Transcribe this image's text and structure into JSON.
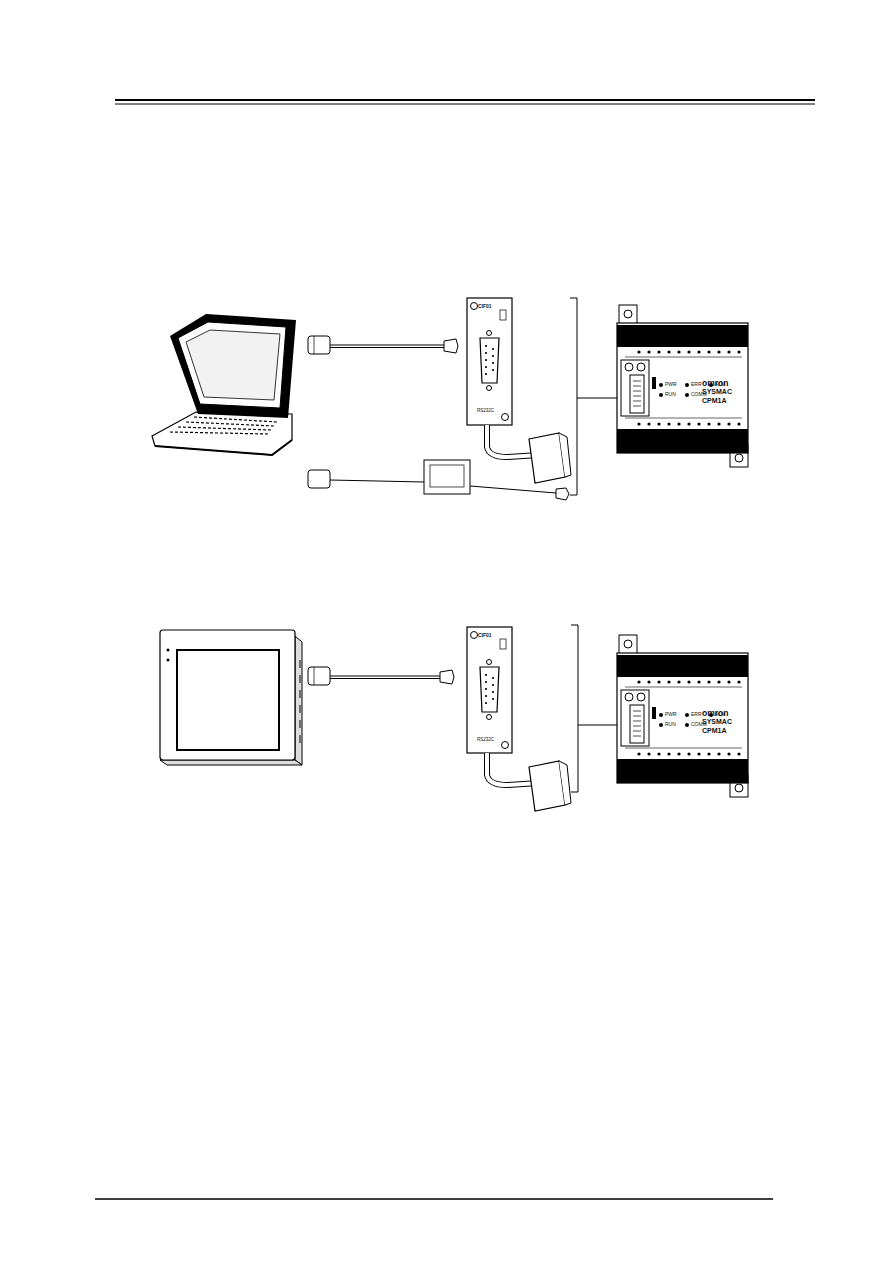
{
  "diagram": {
    "labels": [
      "omron",
      "SYSMAC",
      "CPM1A",
      "PWR",
      "RUN",
      "ERR",
      "ALM",
      "COMM",
      "CIF01",
      "RS232C",
      "omron",
      "SYSMAC",
      "CPM1A",
      "PWR",
      "RUN",
      "ERR",
      "ALM",
      "COMM",
      "CIF01",
      "RS232C"
    ]
  }
}
